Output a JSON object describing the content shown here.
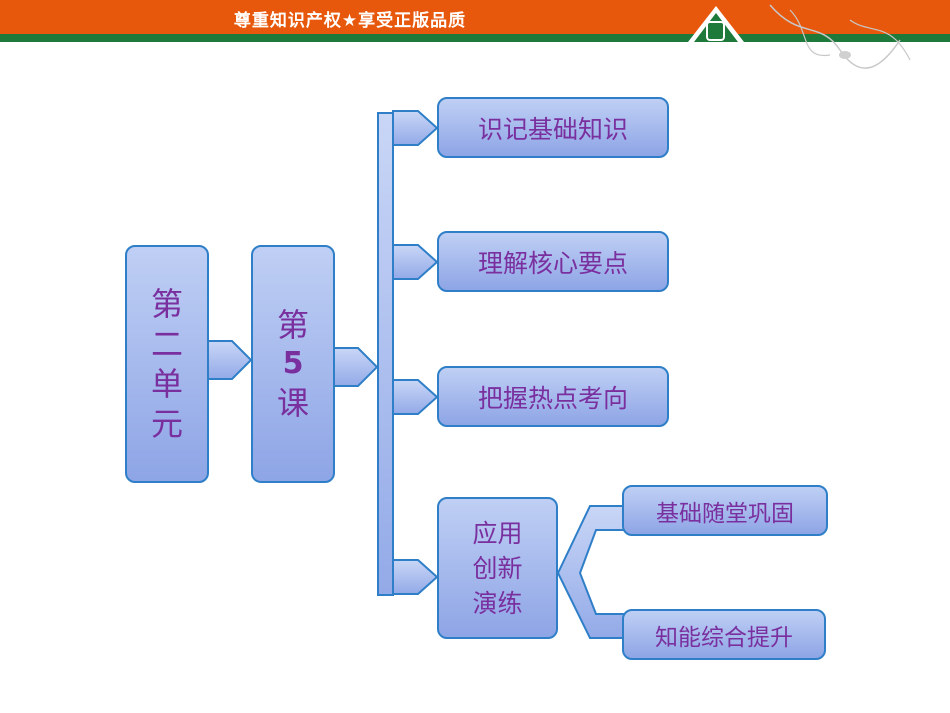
{
  "banner": {
    "text": "尊重知识产权★享受正版品质"
  },
  "unit_box": {
    "chars": [
      "第",
      "二",
      "单",
      "元"
    ]
  },
  "lesson_box": {
    "line1": "第",
    "line2": "5",
    "line3": "课"
  },
  "branches": [
    {
      "label": "识记基础知识"
    },
    {
      "label": "理解核心要点"
    },
    {
      "label": "把握热点考向"
    }
  ],
  "apply_box": {
    "lines": [
      "应用",
      "创新",
      "演练"
    ]
  },
  "sub_branches": [
    {
      "label": "基础随堂巩固"
    },
    {
      "label": "知能综合提升"
    }
  ],
  "colors": {
    "banner_orange": "#e8580c",
    "banner_green": "#1e7a3a",
    "box_border": "#2f7fc8",
    "text_purple": "#7a2f9e"
  }
}
